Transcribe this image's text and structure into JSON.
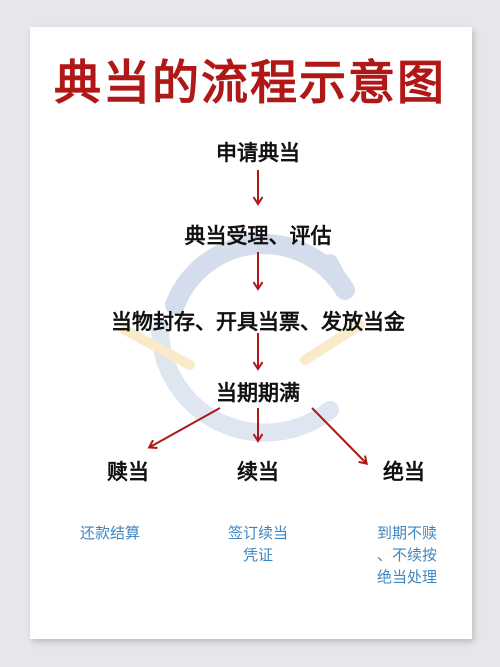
{
  "title": "典当的流程示意图",
  "colors": {
    "title": "#b01818",
    "arrow": "#b01818",
    "node_text": "#111111",
    "note_text": "#3f86c0",
    "watermark_blue": "#9fb6d6",
    "watermark_yellow": "#f2d28a"
  },
  "steps": [
    "申请典当",
    "典当受理、评估",
    "当物封存、开具当票、发放当金",
    "当期期满"
  ],
  "outcomes": [
    {
      "label": "赎当",
      "note": [
        "还款结算"
      ]
    },
    {
      "label": "续当",
      "note": [
        "签订续当",
        "凭证"
      ]
    },
    {
      "label": "绝当",
      "note": [
        "到期不赎",
        "、不续按",
        "绝当处理"
      ]
    }
  ],
  "watermark_icon": "circular-arrows-logo"
}
